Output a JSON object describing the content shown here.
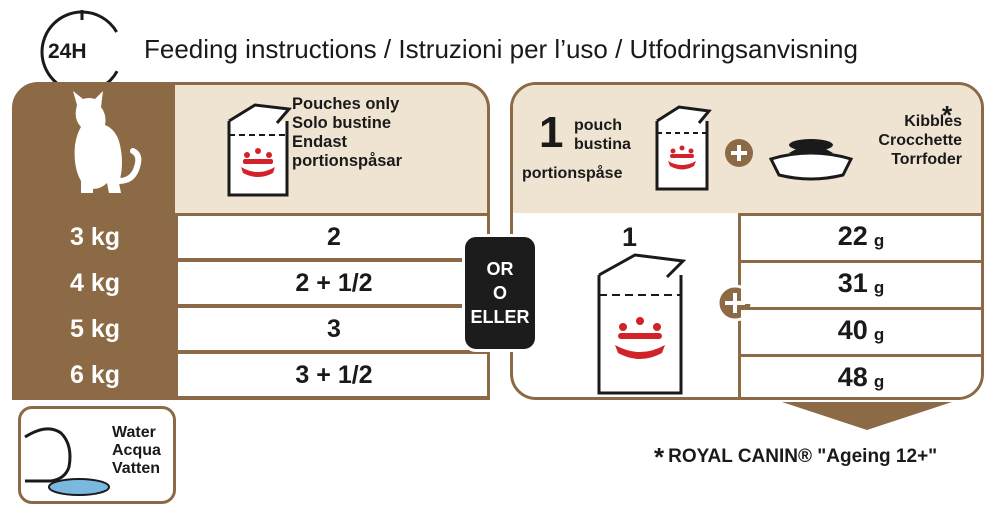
{
  "header": {
    "clock_label": "24H",
    "title": "Feeding instructions / Istruzioni per l’uso / Utfodringsanvisning"
  },
  "left": {
    "pouch_header": [
      "Pouches only",
      "Solo bustine",
      "Endast",
      "portionspåsar"
    ],
    "rows": [
      {
        "weight": "3 kg",
        "pouches": "2"
      },
      {
        "weight": "4 kg",
        "pouches": "2 + 1/2"
      },
      {
        "weight": "5 kg",
        "pouches": "3"
      },
      {
        "weight": "6 kg",
        "pouches": "3 + 1/2"
      }
    ]
  },
  "or_badge": [
    "OR",
    "O",
    "ELLER"
  ],
  "right": {
    "one_big": "1",
    "pouch_words": [
      "pouch",
      "bustina"
    ],
    "portion_word": "portionspåse",
    "kibbles": [
      "Kibbles",
      "Crocchette",
      "Torrfoder"
    ],
    "kibbles_star": "*",
    "pouch_qty": "1",
    "rows": [
      {
        "grams": "22",
        "unit": "g"
      },
      {
        "grams": "31",
        "unit": "g"
      },
      {
        "grams": "40",
        "unit": "g"
      },
      {
        "grams": "48",
        "unit": "g"
      }
    ]
  },
  "water": [
    "Water",
    "Acqua",
    "Vatten"
  ],
  "footnote": {
    "star": "*",
    "text": "ROYAL CANIN® \"Ageing 12+\""
  },
  "colors": {
    "brown": "#8b6a45",
    "beige": "#efe3d2",
    "crown_red": "#d2232a",
    "water_blue": "#7ab8e0"
  }
}
